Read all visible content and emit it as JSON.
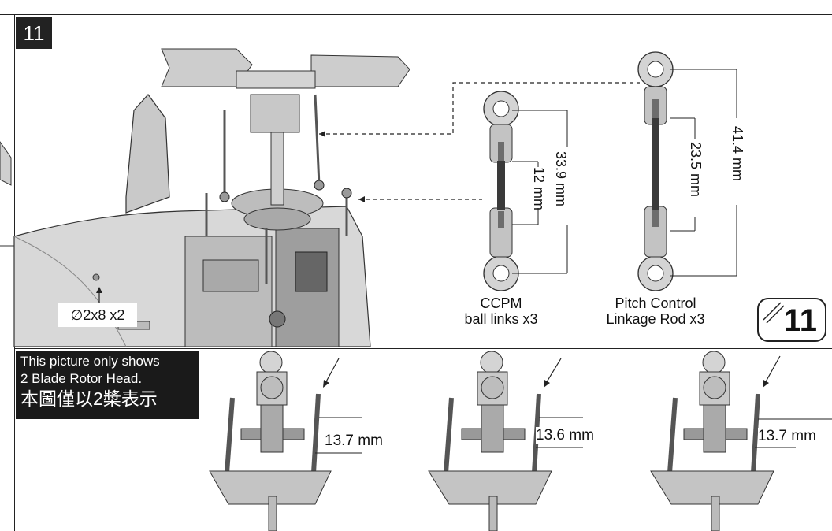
{
  "step": {
    "number": "11",
    "badge_number": "11"
  },
  "note": {
    "line1": "This picture only shows",
    "line2": "2 Blade Rotor Head.",
    "line3": "本圖僅以2槳表示"
  },
  "screw": {
    "label": "∅2x8 x2"
  },
  "parts": {
    "ccpm": {
      "line1": "CCPM",
      "line2": "ball links x3",
      "total_length": "33.9 mm",
      "inner_length": "12 mm"
    },
    "pitch": {
      "line1": "Pitch Control",
      "line2": "Linkage Rod x3",
      "total_length": "41.4 mm",
      "inner_length": "23.5 mm"
    }
  },
  "measurements": [
    {
      "value": "13.7 mm"
    },
    {
      "value": "13.6 mm"
    },
    {
      "value": "13.7 mm"
    }
  ],
  "colors": {
    "ink": "#222222",
    "part_fill": "#bdbdbd",
    "part_dark": "#7a7a7a",
    "rod_dark": "#3a3a3a"
  }
}
